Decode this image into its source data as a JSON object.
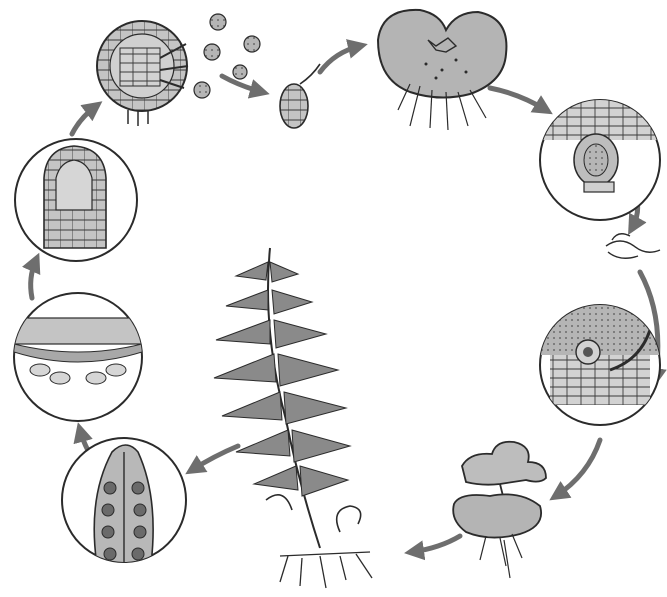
{
  "figure": {
    "type": "life-cycle-diagram",
    "subject": "fern",
    "stages": [
      {
        "name": "sporangium-releasing-spores",
        "icon": "sporangium-icon"
      },
      {
        "name": "spores",
        "icon": "spore-icon"
      },
      {
        "name": "germinating-spore",
        "icon": "germinating-spore-icon"
      },
      {
        "name": "prothallus",
        "icon": "prothallus-icon"
      },
      {
        "name": "antheridium",
        "icon": "antheridium-icon"
      },
      {
        "name": "sperm",
        "icon": "sperm-icon"
      },
      {
        "name": "archegonium",
        "icon": "archegonium-icon"
      },
      {
        "name": "young-sporophyte-on-prothallus",
        "icon": "young-sporophyte-icon"
      },
      {
        "name": "mature-fern-sporophyte",
        "icon": "fern-frond-icon"
      },
      {
        "name": "pinna-with-sori",
        "icon": "sori-icon"
      },
      {
        "name": "sorus-cross-section",
        "icon": "sorus-section-icon"
      },
      {
        "name": "sporangium",
        "icon": "sporangium-closeup-icon"
      }
    ],
    "colors": {
      "ink": "#2b2b2b",
      "tissue": "#b9b9b9",
      "tissue_light": "#d6d6d6",
      "arrow": "#6e6e6e",
      "background": "#ffffff"
    }
  }
}
